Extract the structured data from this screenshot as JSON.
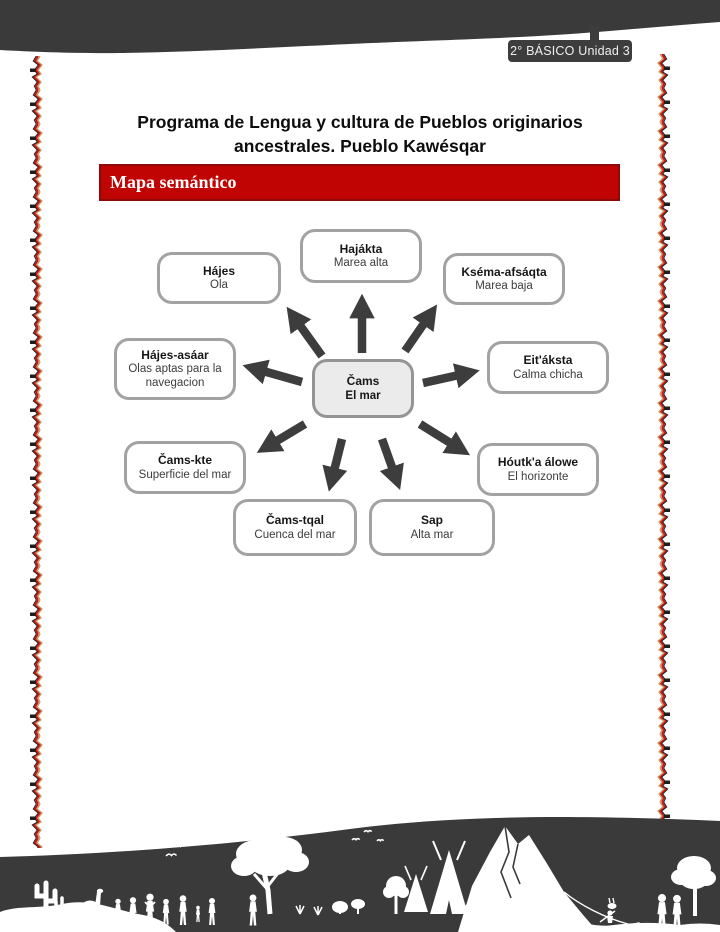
{
  "page": {
    "badge": "2° BÁSICO Unidad 3",
    "title_line1": "Programa de Lengua y cultura de Pueblos originarios",
    "title_line2": "ancestrales. Pueblo Kawésqar",
    "section_banner": "Mapa semántico"
  },
  "colors": {
    "banner_red": "#c00404",
    "banner_border": "#8e0a0a",
    "band_dark": "#3a3a3a",
    "arrow_gray": "#3d3d3d",
    "node_border_gray": "#a2a2a2",
    "center_node_fill": "#ebebeb",
    "zigzag_red": "#cf1717",
    "zigzag_tan": "#c99a62",
    "zigzag_black": "#222222"
  },
  "diagram": {
    "center": {
      "term": "Čams",
      "translation": "El mar"
    },
    "nodes": [
      {
        "id": "hajes",
        "term": "Hájes",
        "translation": "Ola",
        "position": "top-left"
      },
      {
        "id": "hajakta",
        "term": "Hajákta",
        "translation": "Marea alta",
        "position": "top"
      },
      {
        "id": "ksema-afsaqta",
        "term": "Kséma-afsáqta",
        "translation": "Marea baja",
        "position": "top-right"
      },
      {
        "id": "hajes-asaar",
        "term": "Hájes-asáar",
        "translation": "Olas aptas para la navegacion",
        "position": "left"
      },
      {
        "id": "eitaksta",
        "term": "Eit'áksta",
        "translation": "Calma chicha",
        "position": "right"
      },
      {
        "id": "cams-kte",
        "term": "Čams-kte",
        "translation": "Superficie del mar",
        "position": "bottom-left"
      },
      {
        "id": "houtka-alowe",
        "term": "Hóutk'a álowe",
        "translation": "El horizonte",
        "position": "bottom-right"
      },
      {
        "id": "cams-tqal",
        "term": "Čams-tqal",
        "translation": "Cuenca del mar",
        "position": "bottom"
      },
      {
        "id": "sap",
        "term": "Sap",
        "translation": "Alta mar",
        "position": "bottom"
      }
    ]
  },
  "footer_scene": {
    "silhouette_elements": [
      "cactus",
      "llama",
      "people",
      "large-tree",
      "birds",
      "grass",
      "tipi",
      "mountains",
      "rabbit",
      "canoe",
      "tree",
      "ground"
    ]
  }
}
